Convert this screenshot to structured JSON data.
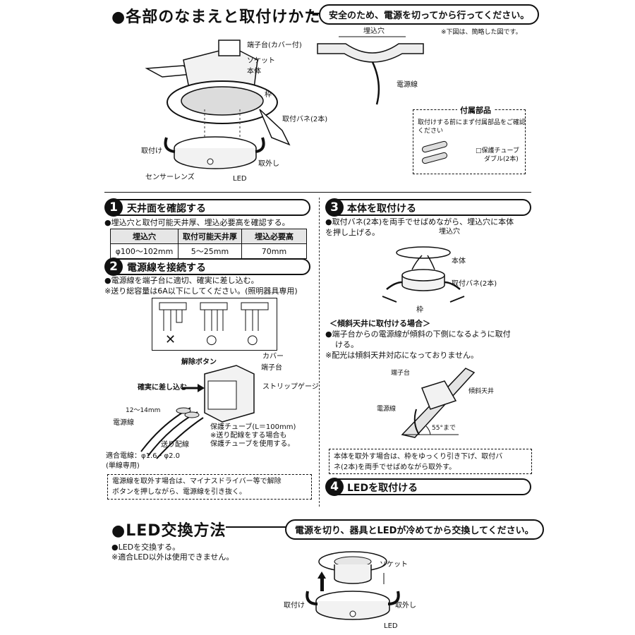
{
  "header": {
    "title": "●各部のなまえと取付けかた",
    "notice": "安全のため、電源を切ってから行ってください。"
  },
  "parts": {
    "terminal_cover": "端子台(カバー付)",
    "socket": "ソケット",
    "body": "本体",
    "frame": "枠",
    "spring": "取付バネ(2本)",
    "attach": "取付け",
    "detach": "取外し",
    "sensor_lens": "センサーレンズ",
    "led": "LED"
  },
  "ceiling": {
    "note": "※下図は、簡略した図です。",
    "hole": "埋込穴",
    "wire": "電源線"
  },
  "accessories": {
    "title": "付属部品",
    "desc_1": "取付けする前にまず付属部品をご確認",
    "desc_2": "ください",
    "item_1": "□保護チューブ",
    "item_2": "ダブル(2本)"
  },
  "step1": {
    "num": "1",
    "title": "天井面を確認する",
    "text": "●埋込穴と取付可能天井厚、埋込必要高を確認する。",
    "table": {
      "headers": [
        "埋込穴",
        "取付可能天井厚",
        "埋込必要高"
      ],
      "row": [
        "φ100〜102mm",
        "5〜25mm",
        "70mm"
      ]
    }
  },
  "step2": {
    "num": "2",
    "title": "電源線を接続する",
    "text_1": "●電源線を端子台に適切、確実に差し込む。",
    "text_2": "※送り総容量は6A以下にしてください。(照明器具専用)",
    "marks": [
      "✕",
      "○",
      "○"
    ],
    "release_button": "解除ボタン",
    "cover": "カバー",
    "terminal": "端子台",
    "insert": "確実に差し込む",
    "strip_gauge": "ストリップゲージ",
    "strip_length": "12〜14mm",
    "power_wire": "電源線",
    "feed_wire": "送り配線",
    "tube_1": "保護チューブ(L＝100mm)",
    "tube_2": "※送り配線をする場合も",
    "tube_3": "保護チューブを使用する。",
    "wire_spec_1": "適合電線：φ1.6・φ2.0",
    "wire_spec_2": "(単線専用)",
    "remove_1": "電源線を取外す場合は、マイナスドライバー等で解除",
    "remove_2": "ボタンを押しながら、電源線を引き抜く。"
  },
  "step3": {
    "num": "3",
    "title": "本体を取付ける",
    "text_1": "●取付バネ(2本)を両手でせばめながら、埋込穴に本体",
    "text_2": "を押し上げる。",
    "hole": "埋込穴",
    "body": "本体",
    "spring": "取付バネ(2本)",
    "frame": "枠",
    "slope_title": "＜傾斜天井に取付ける場合＞",
    "slope_1": "●端子台からの電源線が傾斜の下側になるように取付",
    "slope_2": "ける。",
    "slope_3": "※配光は傾斜天井対応になっておりません。",
    "terminal": "端子台",
    "slope_ceiling": "傾斜天井",
    "power_wire": "電源線",
    "angle": "55°まで",
    "remove_1": "本体を取外す場合は、枠をゆっくり引き下げ、取付バ",
    "remove_2": "ネ(2本)を両手でせばめながら取外す。"
  },
  "step4": {
    "num": "4",
    "title": "LEDを取付ける"
  },
  "led_section": {
    "title": "●LED交換方法",
    "notice": "電源を切り、器具とLEDが冷めてから交換してください。",
    "text_1": "●LEDを交換する。",
    "text_2": "※適合LED以外は使用できません。",
    "socket": "ソケット",
    "attach": "取付け",
    "detach": "取外し",
    "led": "LED"
  }
}
